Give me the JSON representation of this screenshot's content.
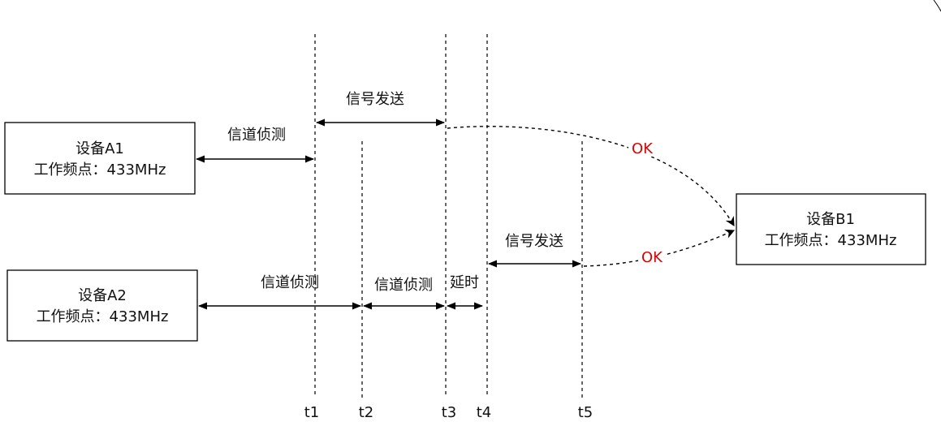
{
  "devices": {
    "a1": {
      "name": "设备A1",
      "freq": "工作频点：433MHz"
    },
    "a2": {
      "name": "设备A2",
      "freq": "工作频点：433MHz"
    },
    "b1": {
      "name": "设备B1",
      "freq": "工作频点：433MHz"
    }
  },
  "labels": {
    "a1_sense": "信道侦测",
    "a1_send": "信号发送",
    "a2_sense1": "信道侦测",
    "a2_sense2": "信道侦测",
    "a2_delay": "延时",
    "a2_send": "信号发送"
  },
  "results": {
    "a1_ok": "OK",
    "a2_ok": "OK"
  },
  "time_markers": [
    "t1",
    "t2",
    "t3",
    "t4",
    "t5"
  ],
  "colors": {
    "stroke": "#000000",
    "ok_text": "#e00000",
    "background": "#ffffff"
  }
}
